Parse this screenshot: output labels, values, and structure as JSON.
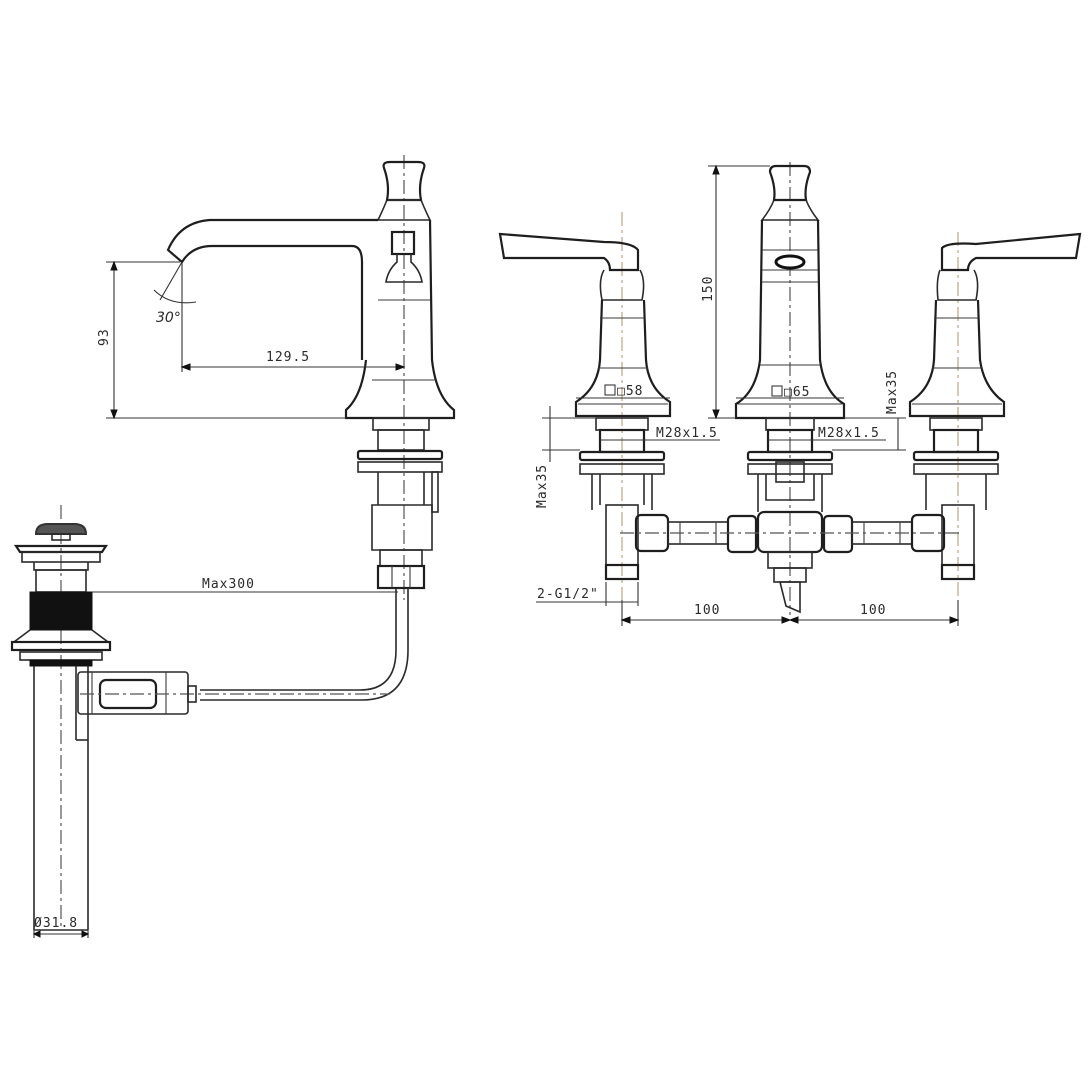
{
  "drawing": {
    "type": "technical dimension drawing",
    "subject": "three-hole widespread basin faucet with pop-up drain",
    "views": {
      "side_view": {
        "dimensions": {
          "spout_height": "93",
          "spout_reach": "129.5",
          "spout_angle": "30°",
          "drain_linkage": "Max300",
          "drain_diameter": "Ø31.8"
        }
      },
      "front_view": {
        "dimensions": {
          "spout_total_height": "150",
          "handle_base": "□58",
          "spout_base": "□65",
          "thread_left": "M28x1.5",
          "thread_center": "M28x1.5",
          "deck_thickness_left": "Max35",
          "deck_thickness_right": "Max35",
          "inlet_connection": "2-G1/2\"",
          "spacing_left": "100",
          "spacing_right": "100"
        }
      }
    }
  }
}
